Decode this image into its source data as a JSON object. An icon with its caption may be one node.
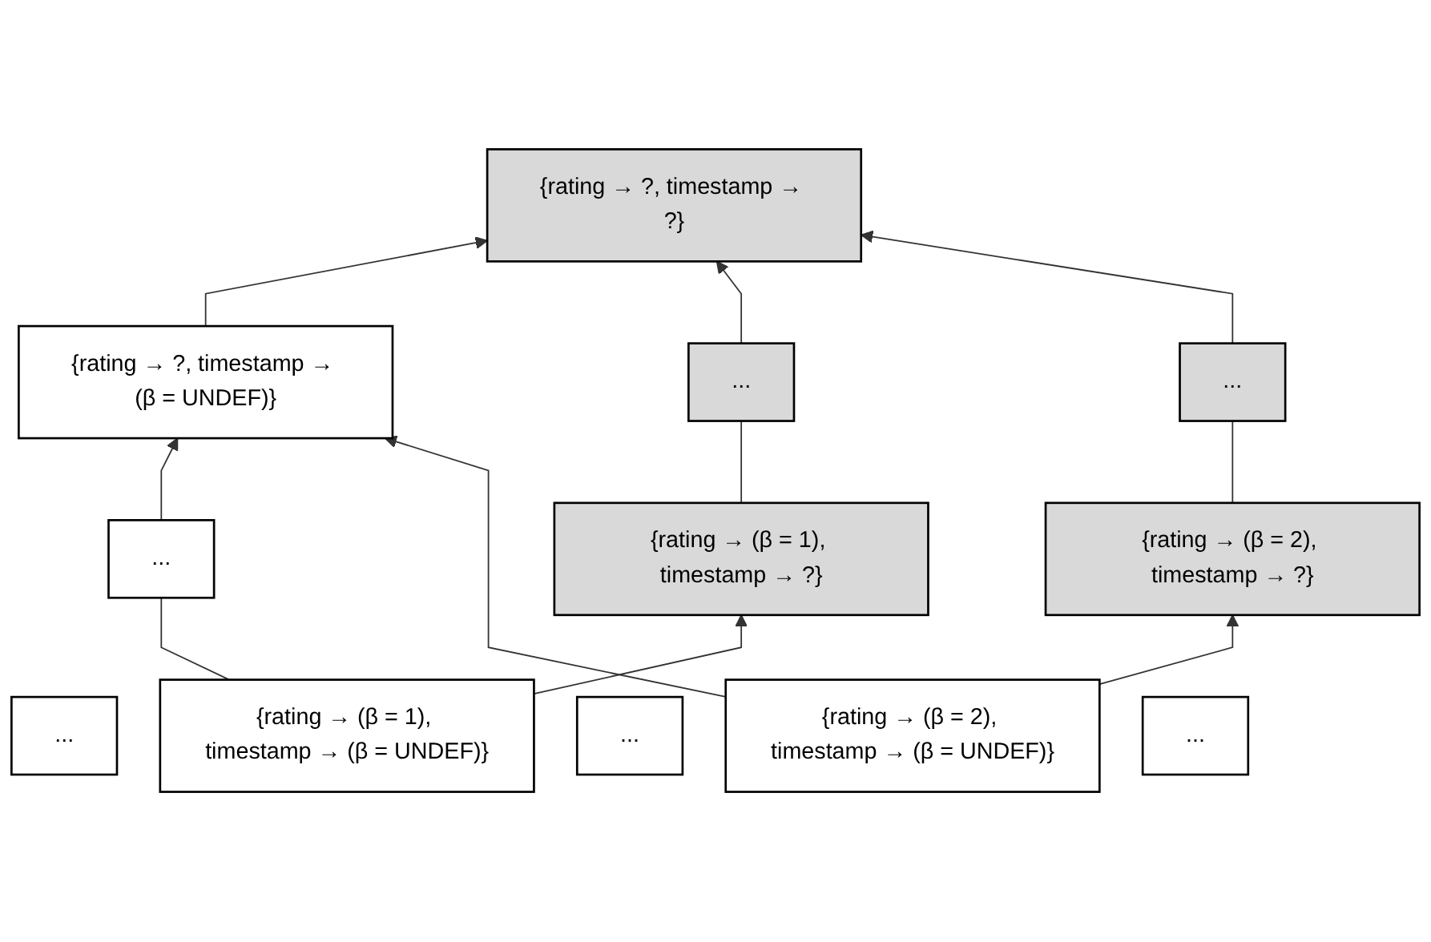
{
  "diagram": {
    "nodes": [
      {
        "text": [
          "{rating → ?, timestamp → ?}"
        ]
      },
      {
        "text": [
          "..."
        ]
      },
      {
        "text": [
          "..."
        ]
      },
      {
        "text": [
          "{rating → ?, timestamp → (β = UNDEF)}"
        ]
      },
      {
        "text": [
          "{rating → (β = 1), timestamp → ?}"
        ]
      },
      {
        "text": [
          "{rating → (β = 2), timestamp → ?}"
        ]
      },
      {
        "text": [
          "..."
        ]
      },
      {
        "text": [
          "..."
        ]
      },
      {
        "text": [
          "{rating → (β = 1), timestamp → (β = UNDEF)}"
        ]
      },
      {
        "text": [
          "..."
        ]
      },
      {
        "text": [
          "{rating → (β = 2), timestamp → (β = UNDEF)}"
        ]
      },
      {
        "text": [
          "..."
        ]
      }
    ],
    "edges": [
      {
        "from": 3,
        "to": 0,
        "arrow": "to"
      },
      {
        "from": 1,
        "to": 0,
        "arrow": "to"
      },
      {
        "from": 2,
        "to": 0,
        "arrow": "to"
      },
      {
        "from": 4,
        "to": 1,
        "arrow": "none"
      },
      {
        "from": 5,
        "to": 2,
        "arrow": "none"
      },
      {
        "from": 6,
        "to": 3,
        "arrow": "to"
      },
      {
        "from": 8,
        "to": 6,
        "arrow": "none"
      },
      {
        "from": 8,
        "to": 4,
        "arrow": "to"
      },
      {
        "from": 10,
        "to": 3,
        "arrow": "to"
      },
      {
        "from": 10,
        "to": 5,
        "arrow": "to"
      }
    ]
  }
}
